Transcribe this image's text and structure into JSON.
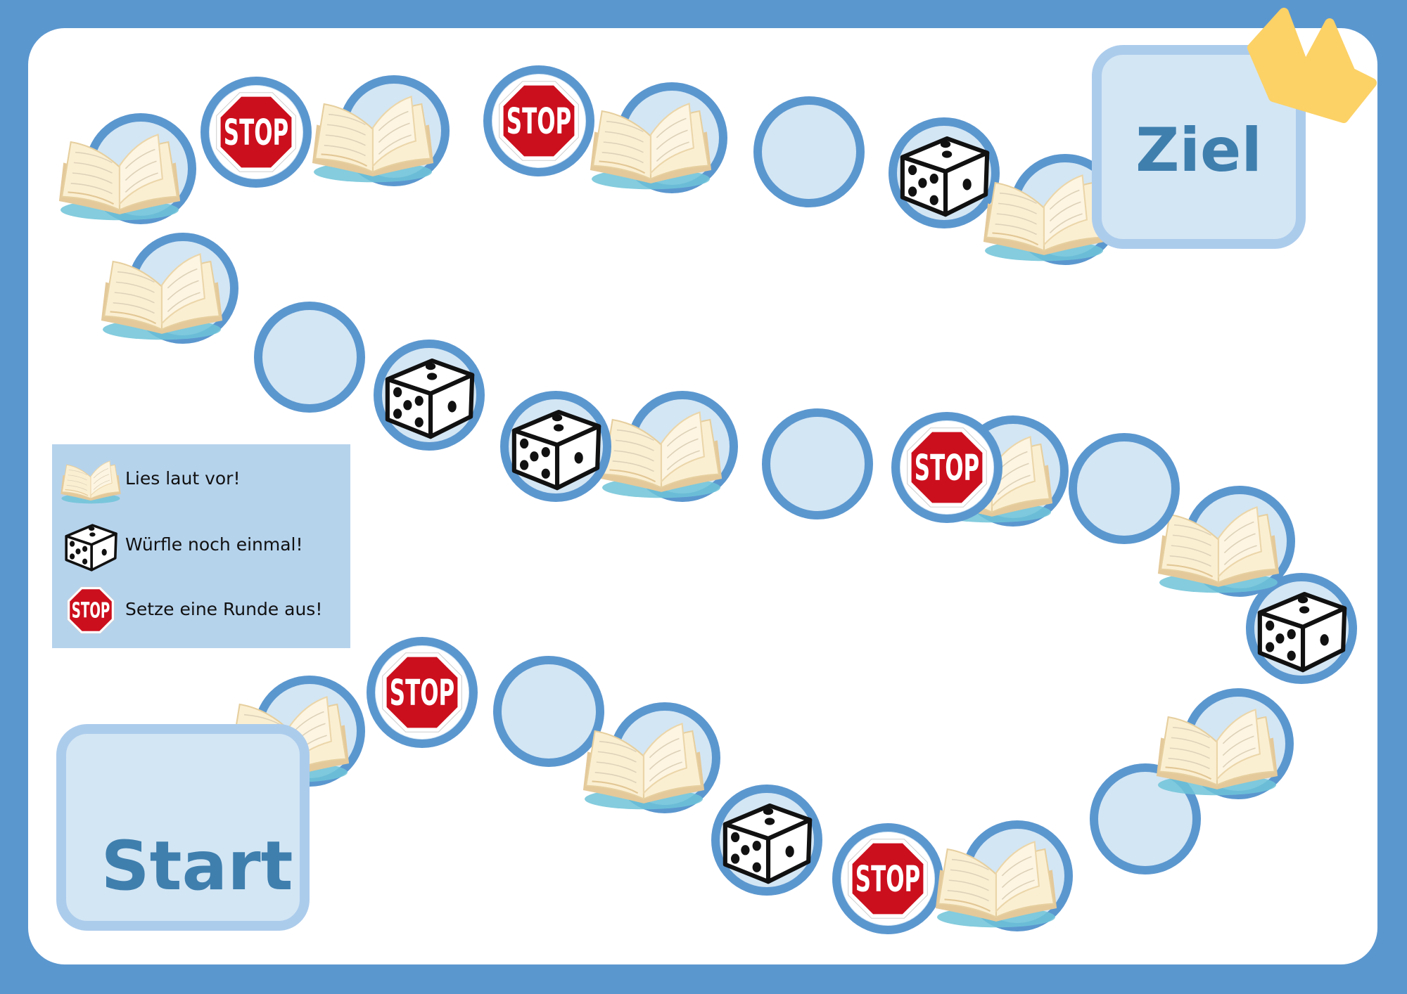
{
  "board": {
    "start_label": "Start",
    "goal_label": "Ziel",
    "colors": {
      "background": "#5b97cf",
      "field_ring": "#5b97cf",
      "field_fill": "#d3e6f4",
      "label_text": "#3f7fae",
      "crown": "#fcd166",
      "stop_red": "#cc0f1d"
    }
  },
  "legend": {
    "items": [
      {
        "icon": "book-icon",
        "text": "Lies laut vor!"
      },
      {
        "icon": "dice-icon",
        "text": "Würfle noch einmal!"
      },
      {
        "icon": "stop-sign-icon",
        "text": "Setze eine Runde aus!"
      }
    ]
  },
  "path": {
    "fields": [
      "book",
      "stop",
      "empty",
      "book",
      "dice",
      "stop",
      "book",
      "empty",
      "book",
      "dice",
      "book",
      "empty",
      "book",
      "stop",
      "empty",
      "book",
      "dice",
      "dice",
      "empty",
      "book",
      "book",
      "stop",
      "book",
      "stop",
      "book",
      "empty",
      "dice",
      "book"
    ]
  }
}
